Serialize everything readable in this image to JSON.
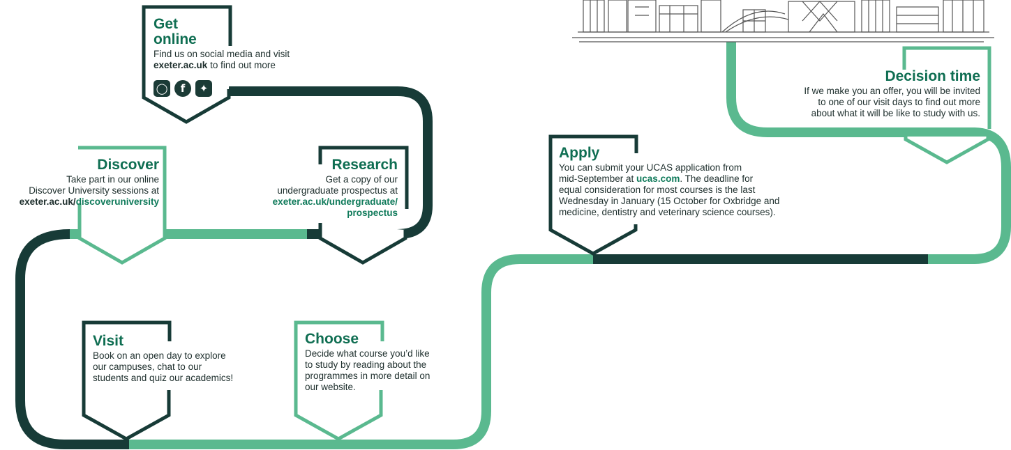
{
  "steps": {
    "get_online": {
      "title_line1": "Get",
      "title_line2": "online",
      "line1": "Find us on social media and visit",
      "link": "exeter.ac.uk",
      "line2_rest": " to find out more"
    },
    "discover": {
      "title": "Discover",
      "line1": "Take part in our online",
      "line2": "Discover University sessions at",
      "link_plain": "exeter.ac.uk/",
      "link_green": "discoveruniversity"
    },
    "research": {
      "title": "Research",
      "line1": "Get a copy of our",
      "line2": "undergraduate prospectus at",
      "link1": "exeter.ac.uk/undergraduate/",
      "link2": "prospectus"
    },
    "visit": {
      "title": "Visit",
      "line1": "Book on an open day to explore",
      "line2": "our campuses, chat to our",
      "line3": "students and quiz our academics!"
    },
    "choose": {
      "title": "Choose",
      "line1": "Decide what course you’d like",
      "line2": "to study by reading about the",
      "line3": "programmes in more detail on",
      "line4": "our website."
    },
    "apply": {
      "title": "Apply",
      "line1": "You can submit your UCAS application from",
      "line2_pre": "mid-September at ",
      "link": "ucas.com",
      "line2_post": ". The deadline for",
      "line3": "equal consideration for most courses is the last",
      "line4": "Wednesday in January (15 October for Oxbridge and",
      "line5": "medicine, dentistry and veterinary science courses)."
    },
    "decision": {
      "title": "Decision time",
      "line1": "If we make you an offer, you will be invited",
      "line2": "to one of our visit days to find out more",
      "line3": "about what it will be like to study with us."
    }
  },
  "social_icons": [
    "instagram-icon",
    "facebook-icon",
    "twitter-icon"
  ],
  "colors": {
    "dark": "#173b37",
    "green": "#5ab98f",
    "heading": "#0f6e52"
  }
}
